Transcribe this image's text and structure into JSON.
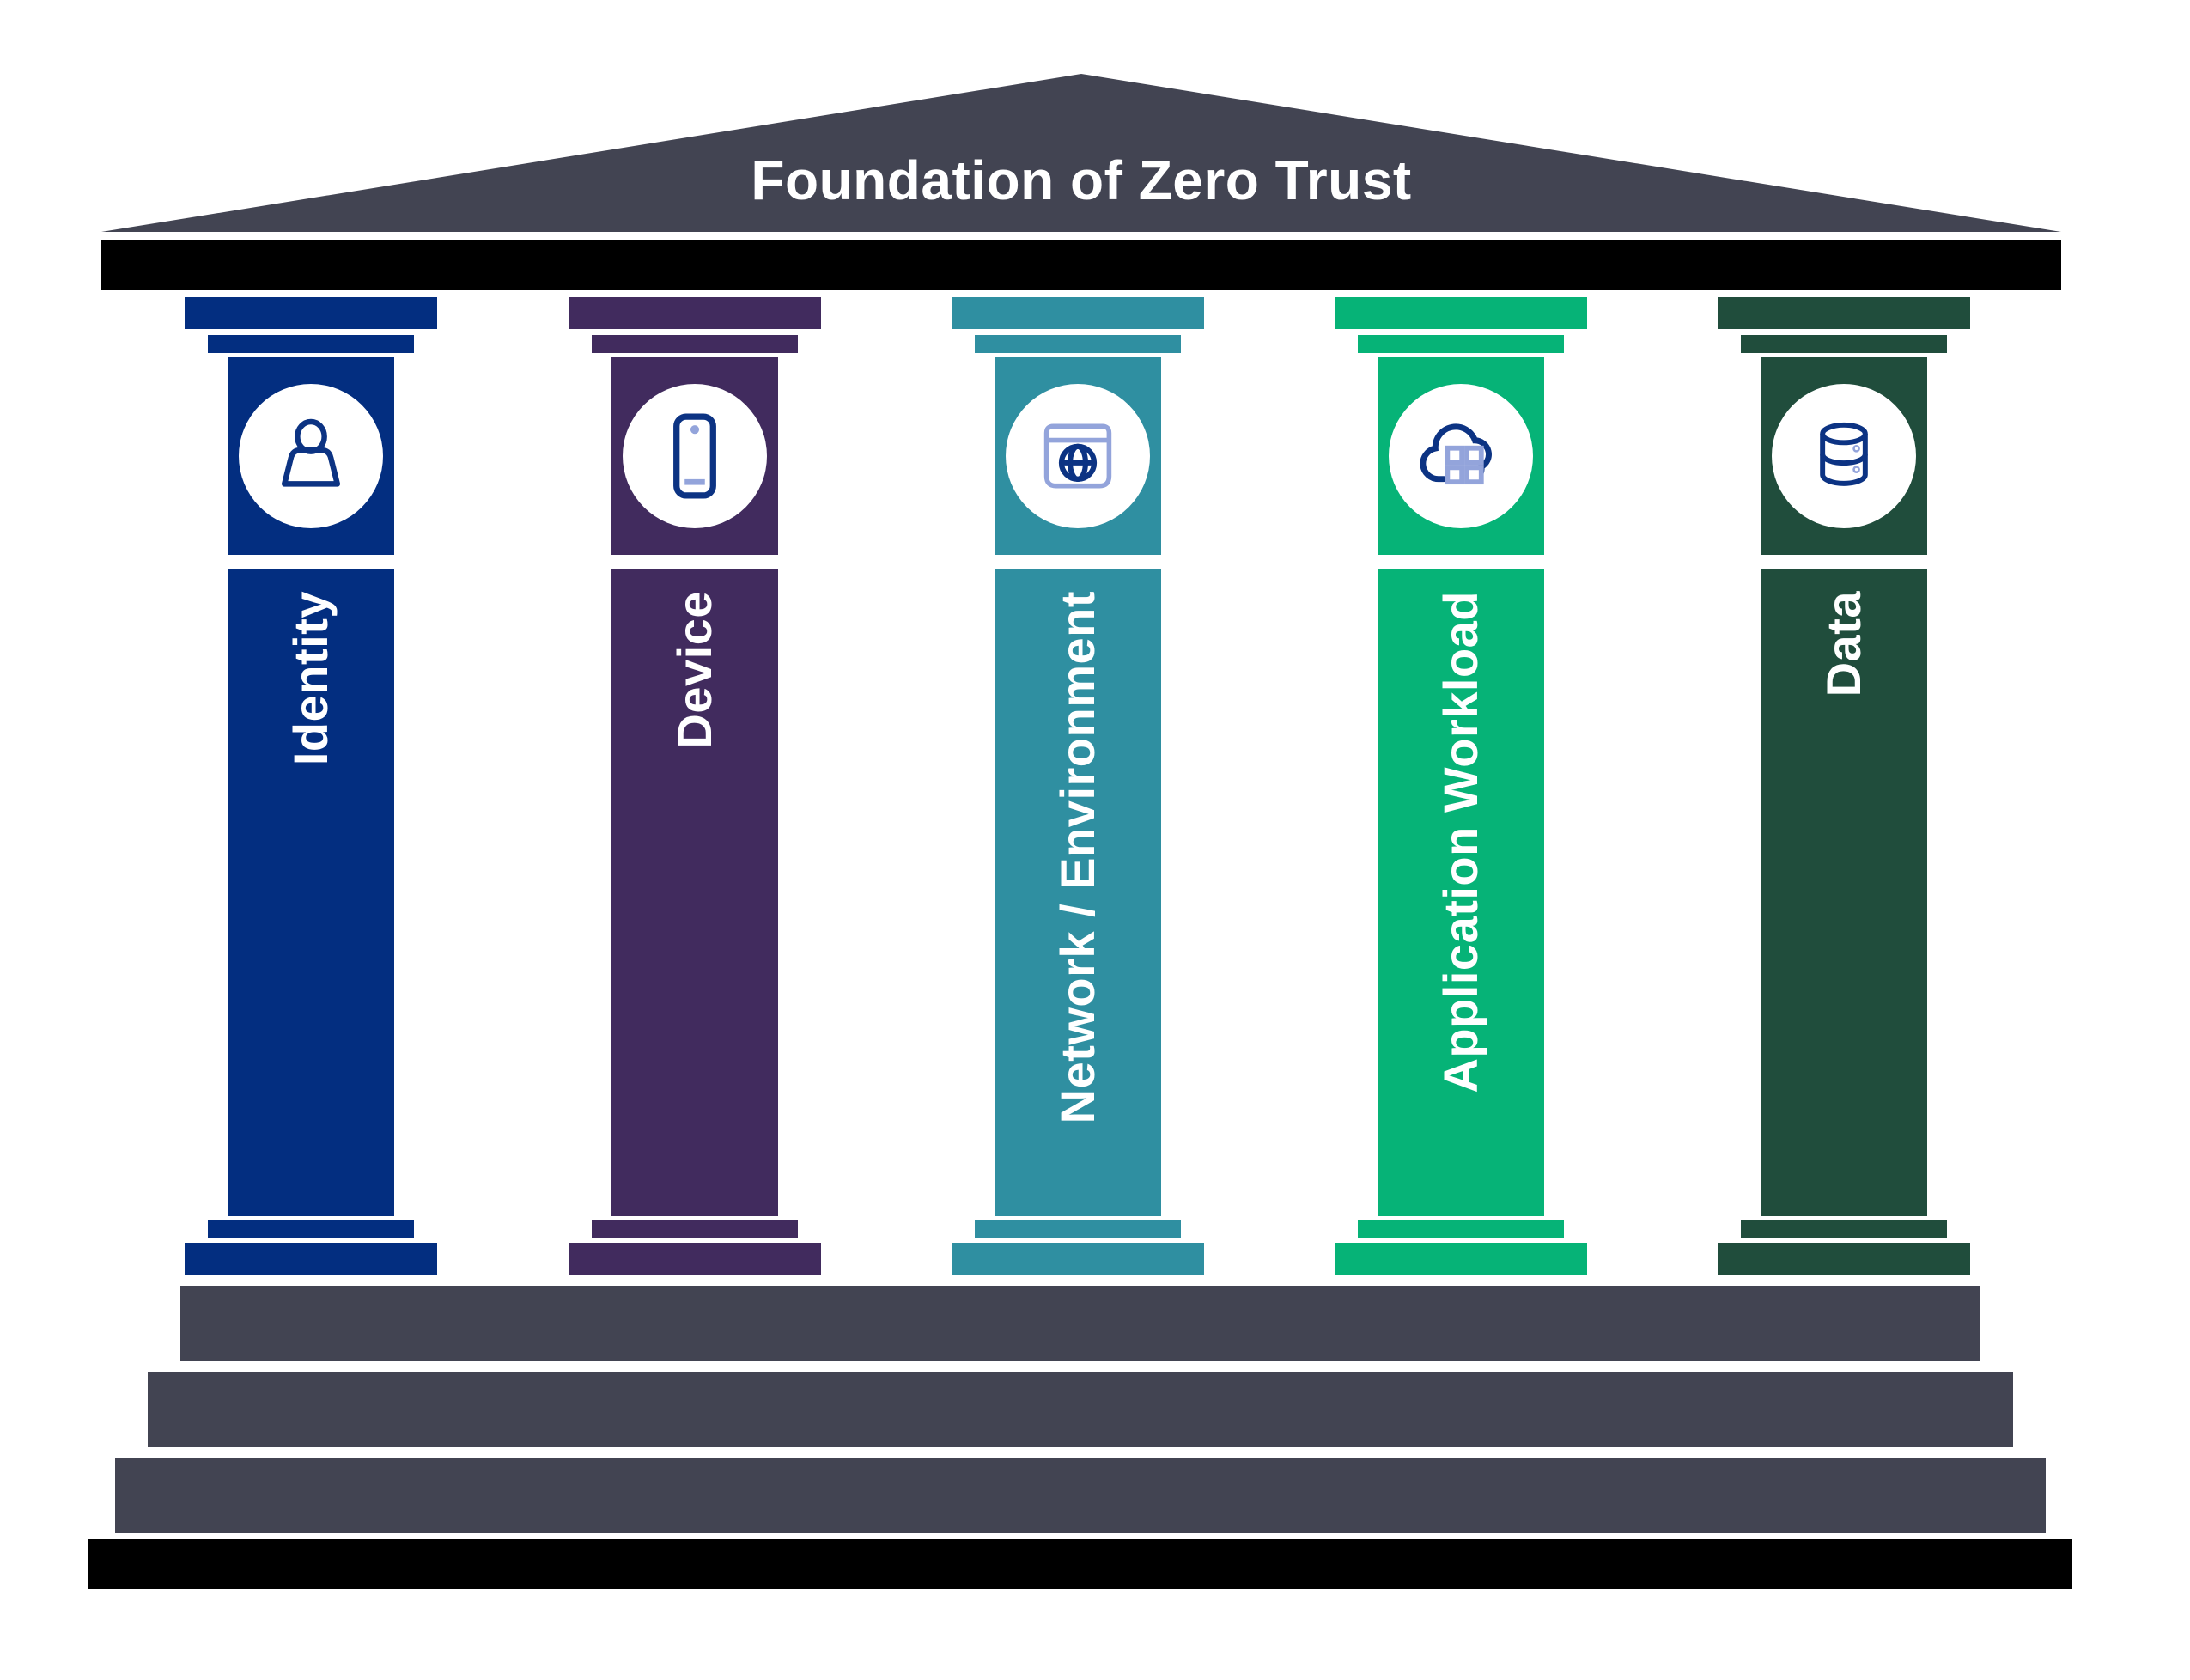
{
  "title": "Foundation of Zero Trust",
  "pillars": [
    {
      "label": "Identity",
      "color": "#032E80",
      "icon": "person-icon"
    },
    {
      "label": "Device",
      "color": "#412B5E",
      "icon": "phone-icon"
    },
    {
      "label": "Network / Environment",
      "color": "#2F8FA1",
      "icon": "browser-globe-icon"
    },
    {
      "label": "Application Workload",
      "color": "#06B377",
      "icon": "cloud-apps-icon"
    },
    {
      "label": "Data",
      "color": "#204D3C",
      "icon": "database-icon"
    }
  ],
  "colors": {
    "roof_and_steps_gray": "#424452",
    "beam_black": "#000000",
    "icon_stroke_navy": "#0C3383",
    "icon_accent_periwinkle": "#93A4DB",
    "icon_circle_white": "#FFFFFF"
  }
}
